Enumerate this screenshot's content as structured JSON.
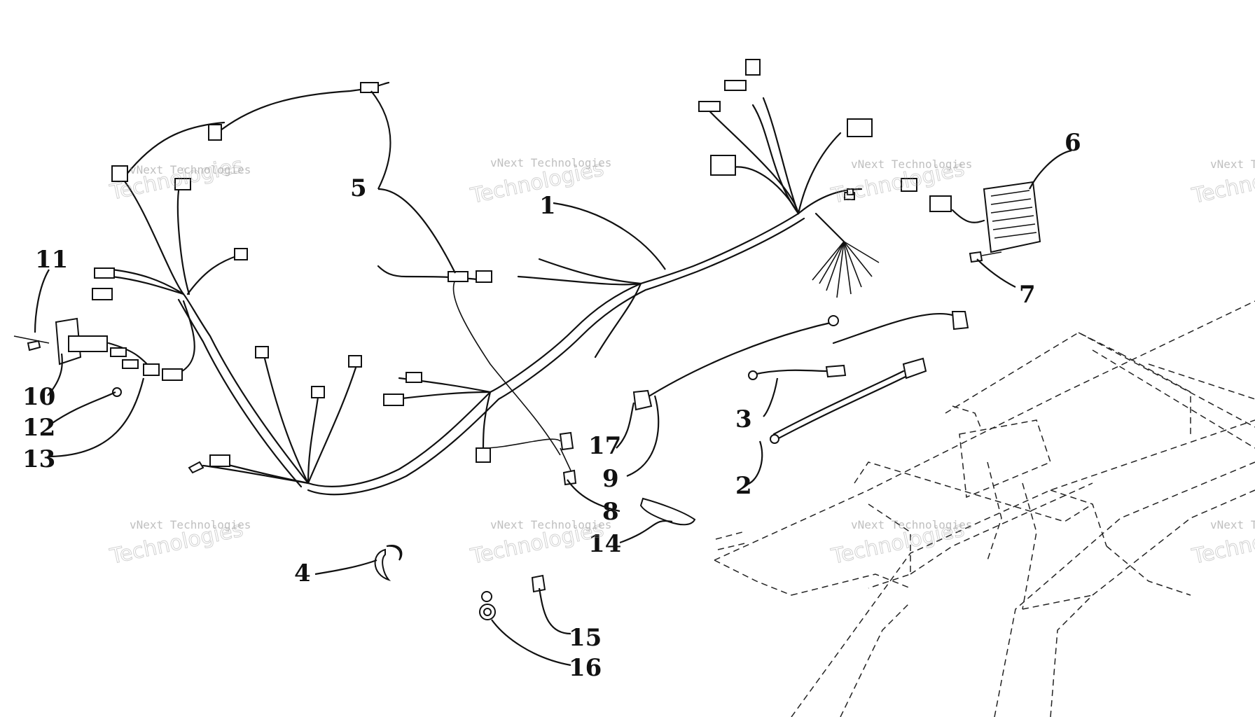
{
  "diagram": {
    "watermark": {
      "line1": "vNext Technologies",
      "line2": "Technologies"
    },
    "callouts": [
      {
        "id": "1",
        "text": "1"
      },
      {
        "id": "2",
        "text": "2"
      },
      {
        "id": "3",
        "text": "3"
      },
      {
        "id": "4",
        "text": "4"
      },
      {
        "id": "5",
        "text": "5"
      },
      {
        "id": "6",
        "text": "6"
      },
      {
        "id": "7",
        "text": "7"
      },
      {
        "id": "8",
        "text": "8"
      },
      {
        "id": "9",
        "text": "9"
      },
      {
        "id": "10",
        "text": "10"
      },
      {
        "id": "11",
        "text": "11"
      },
      {
        "id": "12",
        "text": "12"
      },
      {
        "id": "13",
        "text": "13"
      },
      {
        "id": "14",
        "text": "14"
      },
      {
        "id": "15",
        "text": "15"
      },
      {
        "id": "16",
        "text": "16"
      },
      {
        "id": "17",
        "text": "17"
      }
    ],
    "colors": {
      "ink": "#111111",
      "watermark": "#8c8c8c",
      "background": "#ffffff"
    }
  }
}
